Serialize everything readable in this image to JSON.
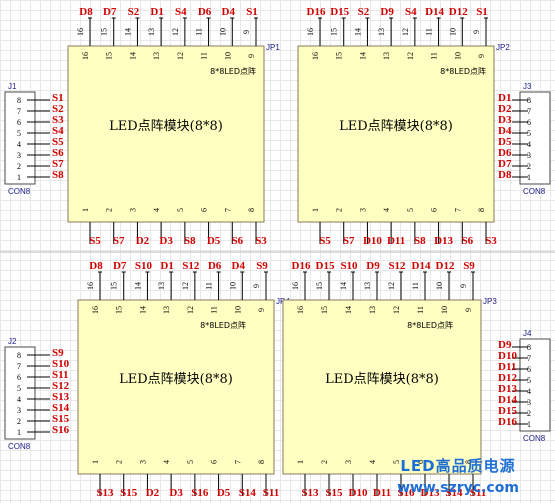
{
  "modules": [
    {
      "designator": "JP1",
      "model": "8*8LED点阵",
      "title": "LED点阵模块(8*8)",
      "top_pins": [
        "16",
        "15",
        "14",
        "13",
        "12",
        "11",
        "10",
        "9"
      ],
      "bottom_pins": [
        "1",
        "2",
        "3",
        "4",
        "5",
        "6",
        "7",
        "8"
      ],
      "top_signals": [
        "D8",
        "D7",
        "S2",
        "D1",
        "S4",
        "D6",
        "D4",
        "S1"
      ],
      "bottom_signals": [
        "S5",
        "S7",
        "D2",
        "D3",
        "S8",
        "D5",
        "S6",
        "S3"
      ]
    },
    {
      "designator": "JP2",
      "model": "8*8LED点阵",
      "title": "LED点阵模块(8*8)",
      "top_pins": [
        "16",
        "15",
        "14",
        "13",
        "12",
        "11",
        "10",
        "9"
      ],
      "bottom_pins": [
        "1",
        "2",
        "3",
        "4",
        "5",
        "6",
        "7",
        "8"
      ],
      "top_signals": [
        "D16",
        "D15",
        "S2",
        "D9",
        "S4",
        "D14",
        "D12",
        "S1"
      ],
      "bottom_signals": [
        "S5",
        "S7",
        "D10",
        "D11",
        "S8",
        "D13",
        "S6",
        "S3"
      ]
    },
    {
      "designator": "JP4",
      "model": "8*8LED点阵",
      "title": "LED点阵模块(8*8)",
      "top_pins": [
        "16",
        "15",
        "14",
        "13",
        "12",
        "11",
        "10",
        "9"
      ],
      "bottom_pins": [
        "1",
        "2",
        "3",
        "4",
        "5",
        "6",
        "7",
        "8"
      ],
      "top_signals": [
        "D8",
        "D7",
        "S10",
        "D1",
        "S12",
        "D6",
        "D4",
        "S9"
      ],
      "bottom_signals": [
        "S13",
        "S15",
        "D2",
        "D3",
        "S16",
        "D5",
        "S14",
        "S11"
      ]
    },
    {
      "designator": "JP3",
      "model": "8*8LED点阵",
      "title": "LED点阵模块(8*8)",
      "top_pins": [
        "16",
        "15",
        "14",
        "13",
        "12",
        "11",
        "10",
        "9"
      ],
      "bottom_pins": [
        "1",
        "2",
        "3",
        "4",
        "5",
        "6",
        "7",
        "8"
      ],
      "top_signals": [
        "D16",
        "D15",
        "S10",
        "D9",
        "S12",
        "D14",
        "D12",
        "S9"
      ],
      "bottom_signals": [
        "S13",
        "S15",
        "D10",
        "D11",
        "S16",
        "D13",
        "S14",
        "S11"
      ]
    }
  ],
  "connectors": [
    {
      "designator": "J1",
      "type": "CON8",
      "pins": [
        "8",
        "7",
        "6",
        "5",
        "4",
        "3",
        "2",
        "1"
      ],
      "signals": [
        "S1",
        "S2",
        "S3",
        "S4",
        "S5",
        "S6",
        "S7",
        "S8"
      ]
    },
    {
      "designator": "J3",
      "type": "CON8",
      "pins": [
        "8",
        "7",
        "6",
        "5",
        "4",
        "3",
        "2",
        "1"
      ],
      "signals": [
        "D1",
        "D2",
        "D3",
        "D4",
        "D5",
        "D6",
        "D7",
        "D8"
      ]
    },
    {
      "designator": "J2",
      "type": "CON8",
      "pins": [
        "8",
        "7",
        "6",
        "5",
        "4",
        "3",
        "2",
        "1"
      ],
      "signals": [
        "S9",
        "S10",
        "S11",
        "S12",
        "S13",
        "S14",
        "S15",
        "S16"
      ]
    },
    {
      "designator": "J4",
      "type": "CON8",
      "pins": [
        "8",
        "7",
        "6",
        "5",
        "4",
        "3",
        "2",
        "1"
      ],
      "signals": [
        "D9",
        "D10",
        "D11",
        "D12",
        "D13",
        "D14",
        "D15",
        "D16"
      ]
    }
  ],
  "watermark": {
    "line1": "LED高品质电源",
    "line2": "www.szryc.com"
  },
  "colors": {
    "module_fill": "#ffffc2",
    "module_border": "#8a7a5a",
    "signal_text": "#d00000",
    "designator_text": "#1a1a8c",
    "watermark_text": "#1d6fd6",
    "wire": "#000000"
  }
}
